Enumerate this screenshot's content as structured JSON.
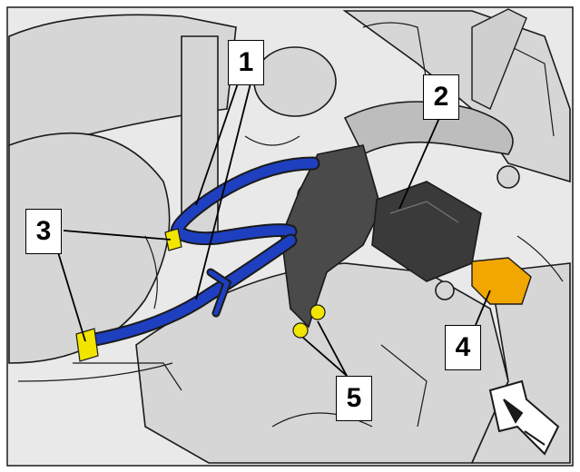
{
  "callouts": [
    {
      "id": "1",
      "label": "1"
    },
    {
      "id": "2",
      "label": "2"
    },
    {
      "id": "3",
      "label": "3"
    },
    {
      "id": "4",
      "label": "4"
    },
    {
      "id": "5",
      "label": "5"
    }
  ],
  "colors": {
    "background": "#e9e9e9",
    "outline": "#1a1a1a",
    "hose": "#1e3fbf",
    "clip": "#f2e500",
    "connector": "#f2a600",
    "bracket": "#4a4a4a",
    "module": "#3a3a3a",
    "leader": "#000000"
  },
  "icons": {
    "view_arrow": "front-view-arrow-icon"
  }
}
